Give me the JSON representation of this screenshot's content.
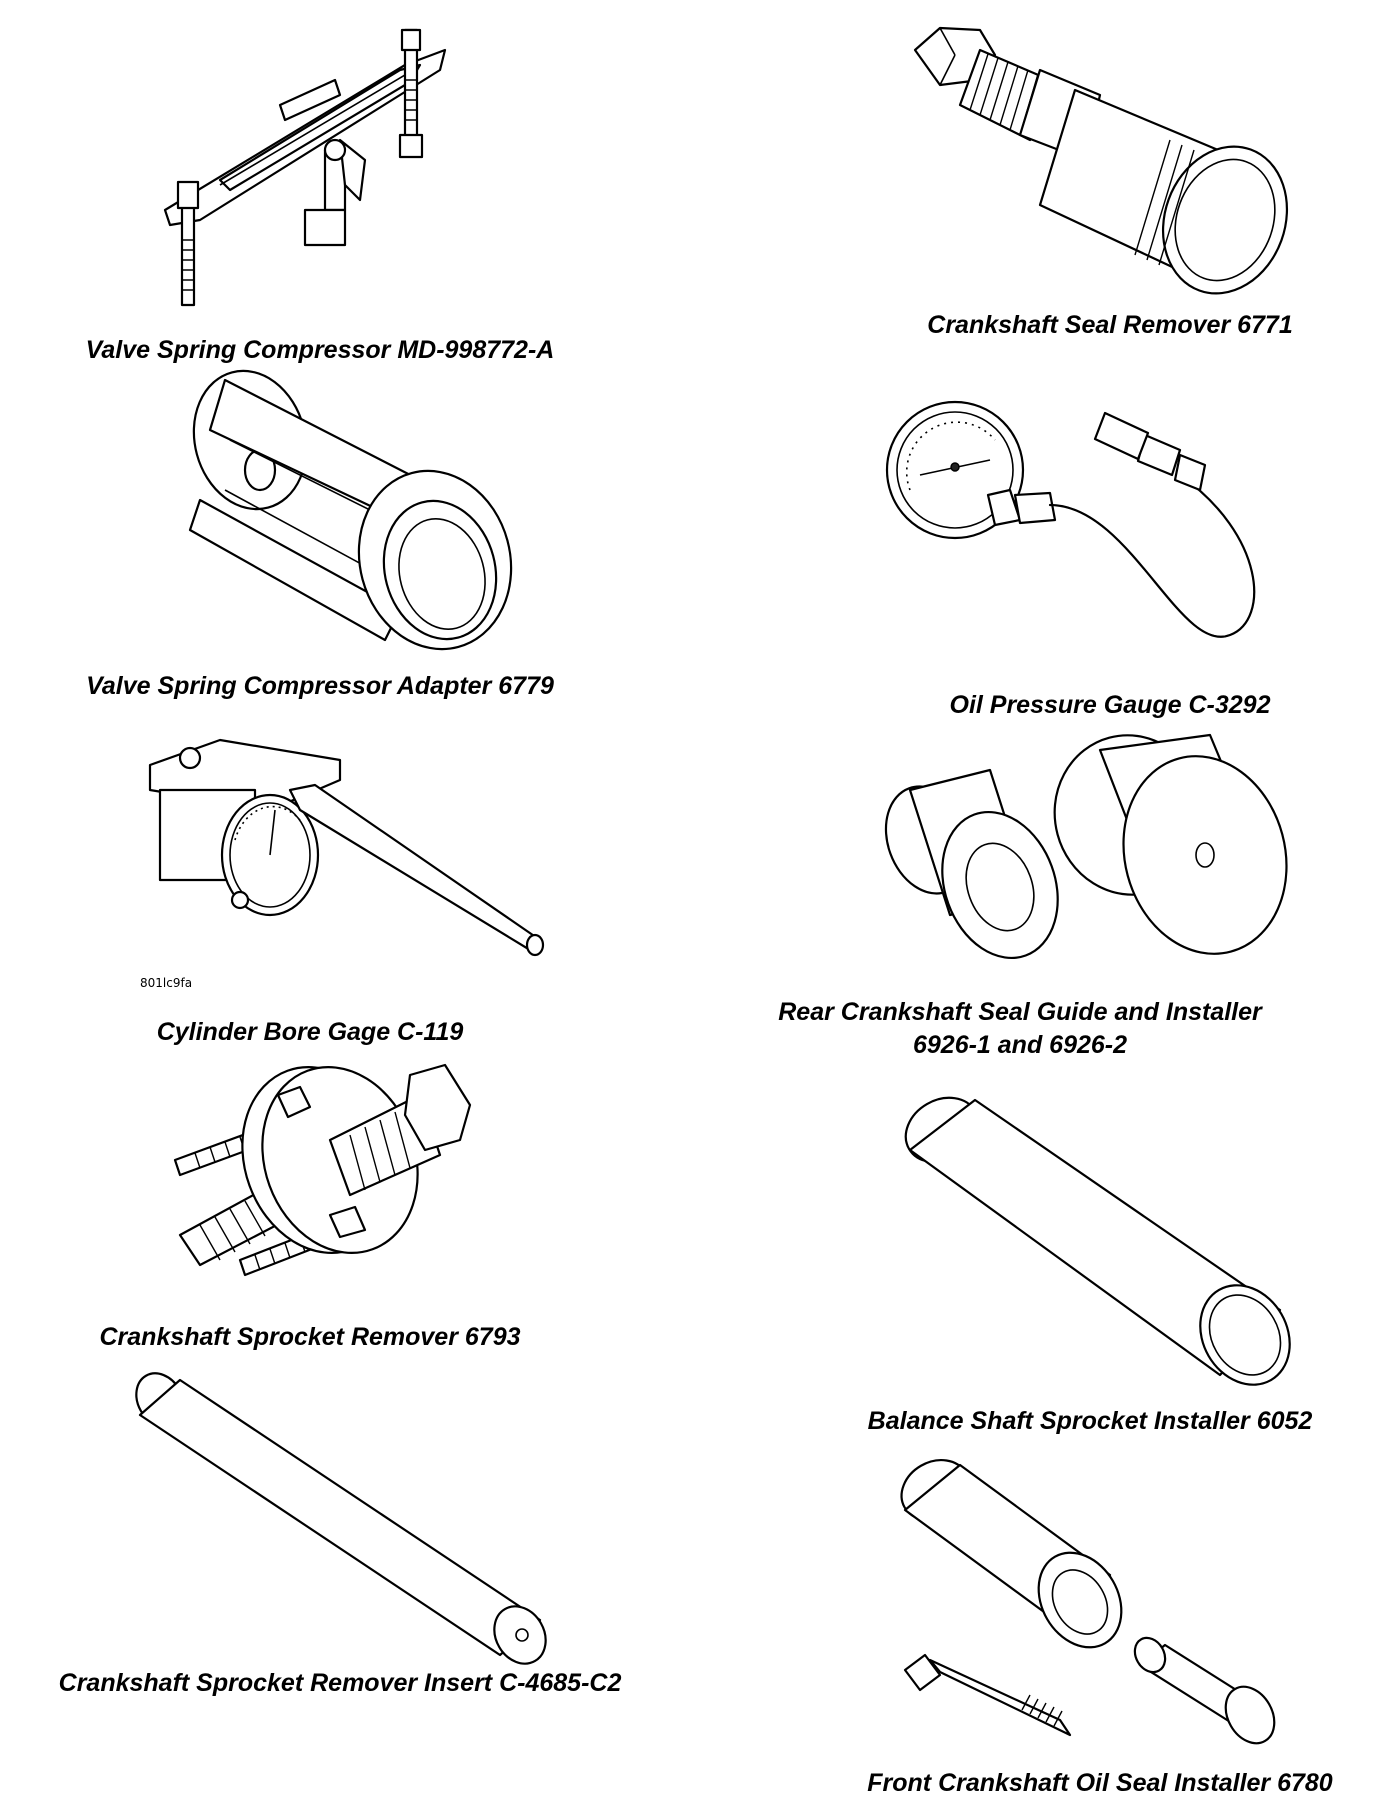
{
  "tools": [
    {
      "id": "valve-spring-compressor",
      "caption": "Valve Spring Compressor MD-998772-A"
    },
    {
      "id": "crankshaft-seal-remover",
      "caption": "Crankshaft Seal Remover 6771"
    },
    {
      "id": "valve-spring-compressor-adapter",
      "caption": "Valve Spring Compressor Adapter 6779"
    },
    {
      "id": "oil-pressure-gauge",
      "caption": "Oil Pressure Gauge C-3292"
    },
    {
      "id": "cylinder-bore-gage",
      "caption": "Cylinder Bore Gage C-119",
      "figure_code": "801lc9fa"
    },
    {
      "id": "rear-crankshaft-seal-guide",
      "caption_line1": "Rear Crankshaft Seal Guide and Installer",
      "caption_line2": "6926-1 and 6926-2"
    },
    {
      "id": "crankshaft-sprocket-remover",
      "caption": "Crankshaft Sprocket Remover 6793"
    },
    {
      "id": "balance-shaft-sprocket-installer",
      "caption": "Balance Shaft Sprocket Installer 6052"
    },
    {
      "id": "crankshaft-sprocket-remover-insert",
      "caption": "Crankshaft Sprocket Remover Insert C-4685-C2"
    },
    {
      "id": "front-crankshaft-oil-seal-installer",
      "caption": "Front Crankshaft Oil Seal Installer 6780"
    }
  ]
}
